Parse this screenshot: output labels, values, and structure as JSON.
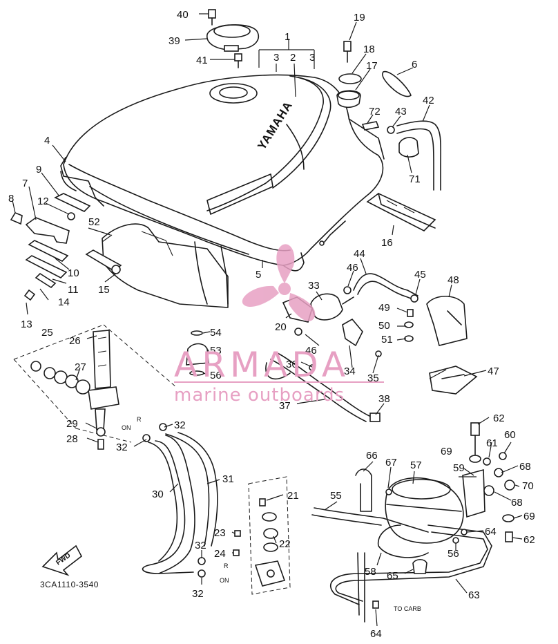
{
  "diagram": {
    "drawing_code": "3CA1110-3540",
    "brand_marking": "YAMAHA",
    "fwd_label": "FWD",
    "to_carb_label": "TO CARB",
    "valve_labels": {
      "r": "R",
      "on": "ON"
    },
    "callouts": {
      "n1": "1",
      "n2": "2",
      "n3": "3",
      "n4": "4",
      "n5": "5",
      "n6": "6",
      "n7": "7",
      "n8": "8",
      "n9": "9",
      "n10": "10",
      "n11": "11",
      "n12": "12",
      "n13": "13",
      "n14": "14",
      "n15": "15",
      "n16": "16",
      "n17": "17",
      "n18": "18",
      "n19": "19",
      "n20": "20",
      "n21": "21",
      "n22": "22",
      "n23": "23",
      "n24": "24",
      "n25": "25",
      "n26": "26",
      "n27": "27",
      "n28": "28",
      "n29": "29",
      "n30": "30",
      "n31": "31",
      "n32": "32",
      "n33": "33",
      "n34": "34",
      "n35": "35",
      "n36": "36",
      "n37": "37",
      "n38": "38",
      "n39": "39",
      "n40": "40",
      "n41": "41",
      "n42": "42",
      "n43": "43",
      "n44": "44",
      "n45": "45",
      "n46": "46",
      "n47": "47",
      "n48": "48",
      "n49": "49",
      "n50": "50",
      "n51": "51",
      "n52": "52",
      "n53": "53",
      "n54": "54",
      "n55": "55",
      "n56": "56",
      "n57": "57",
      "n58": "58",
      "n59": "59",
      "n60": "60",
      "n61": "61",
      "n62": "62",
      "n63": "63",
      "n64": "64",
      "n65": "65",
      "n66": "66",
      "n67": "67",
      "n68": "68",
      "n69": "69",
      "n70": "70",
      "n71": "71",
      "n72": "72"
    }
  },
  "watermark": {
    "title": "ARMADA",
    "subtitle": "marine outboards",
    "color": "#e7a0c3"
  }
}
